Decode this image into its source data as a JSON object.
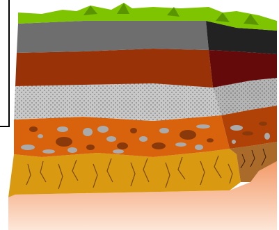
{
  "diagram": {
    "kind": "soil-strata-cross-section",
    "layers": [
      {
        "name": "grass",
        "color": "#7fc400"
      },
      {
        "name": "dark-gray-topsoil",
        "color": "#6e6e6e"
      },
      {
        "name": "red-brown-clay",
        "color": "#9a3208"
      },
      {
        "name": "speckled-silt",
        "color": "#c8c8c8"
      },
      {
        "name": "orange-gravel",
        "color": "#d9620c"
      },
      {
        "name": "yellow-cracked-layer",
        "color": "#d99a12"
      },
      {
        "name": "peach-bedrock",
        "color": "#f6a070"
      }
    ],
    "fault_block_colors": {
      "top": "#222222",
      "clay": "#640a0a",
      "silt": "#b4b4b4",
      "gravel": "#b04208",
      "cracked": "#aa6a2a"
    }
  }
}
